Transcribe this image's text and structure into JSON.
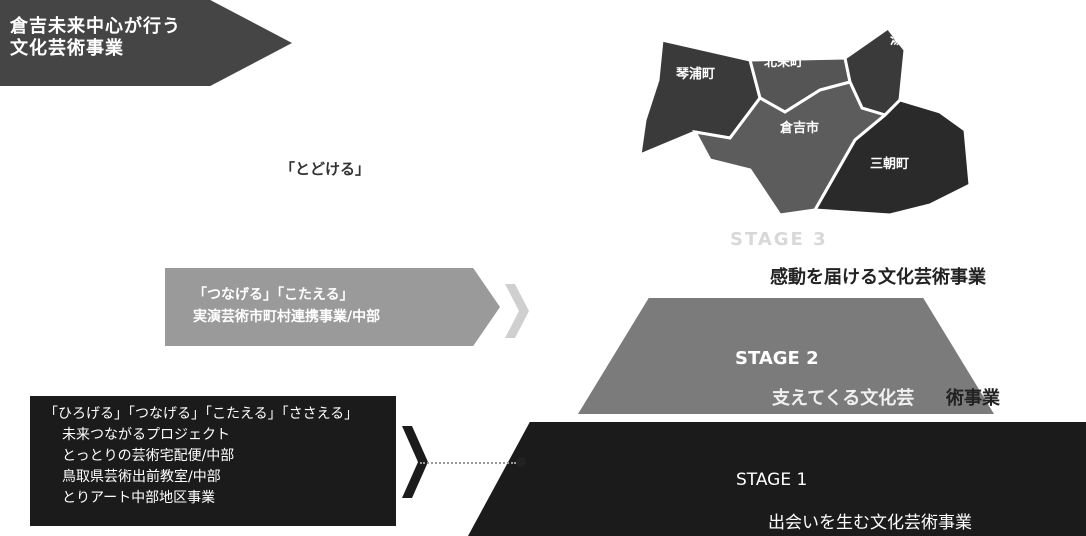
{
  "header": {
    "line1": "倉吉未来中心が行う",
    "line2": "文化芸術事業"
  },
  "map": {
    "regions": [
      "琴浦町",
      "北栄町",
      "湯梨浜町",
      "倉吉市",
      "三朝町"
    ]
  },
  "todokeru": "「とどける」",
  "stage3": {
    "label": "STAGE 3",
    "desc": "感動を届ける文化芸術事業"
  },
  "middle_banner": {
    "line1": "「つなげる」「こたえる」",
    "line2": "実演芸術市町村連携事業/中部"
  },
  "stage2": {
    "title": "STAGE 2",
    "desc": "支えてくる文化芸",
    "desc_tail": "術事業"
  },
  "stage1": {
    "title": "STAGE 1",
    "desc": "出会いを生む文化芸術事業"
  },
  "bottom_box": {
    "line1": "「ひろげる」「つなげる」「こたえる」「ささえる」",
    "line2": "未来つながるプロジェクト",
    "line3": "とっとりの芸術宅配便/中部",
    "line4": "鳥取県芸術出前教室/中部",
    "line5": "とりアート中部地区事業"
  }
}
